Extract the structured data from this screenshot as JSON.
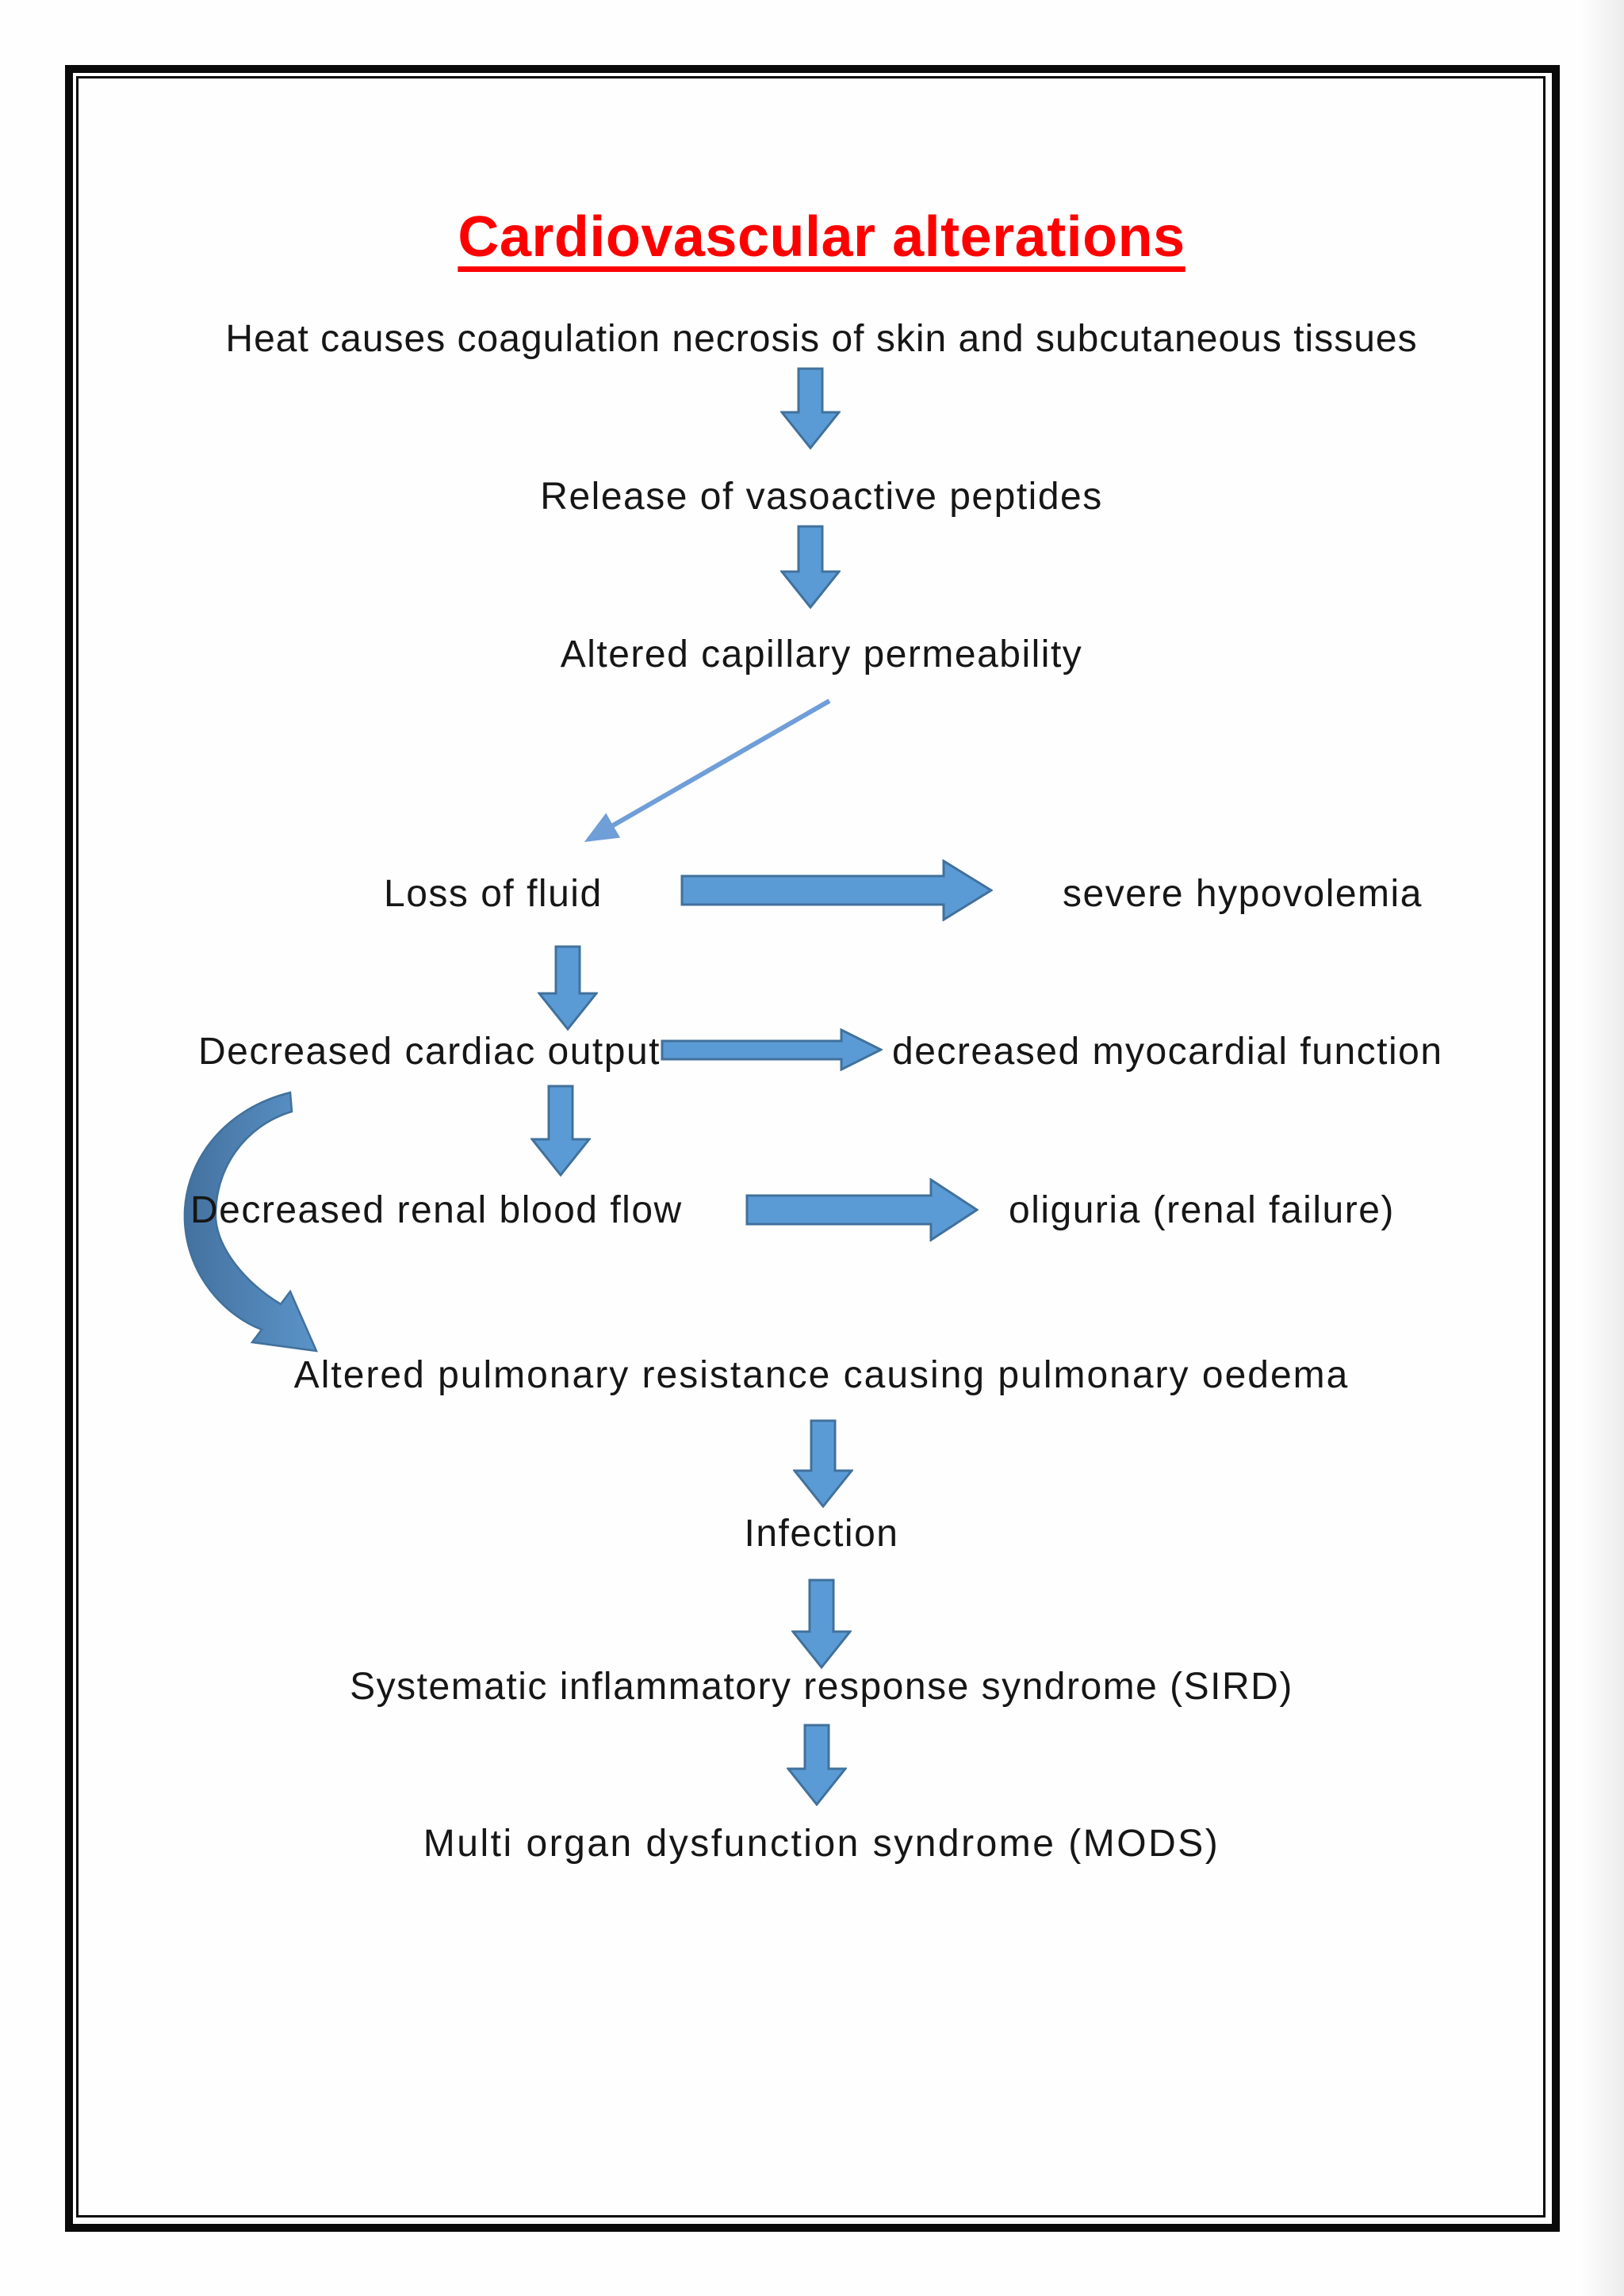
{
  "colors": {
    "title": "#ff0000",
    "text": "#161616",
    "border": "#0a0a0a",
    "arrow_fill": "#5b9bd5",
    "arrow_stroke": "#41719c",
    "thin_arrow": "#6f9ed8",
    "curve_fill_dark": "#44719f",
    "curve_fill_light": "#5b94c9"
  },
  "diagram": {
    "title": "Cardiovascular alterations",
    "steps": {
      "heat": "Heat causes coagulation necrosis of skin and subcutaneous tissues",
      "release": "Release of vasoactive peptides",
      "capillary": "Altered capillary permeability",
      "loss_of_fluid": "Loss of fluid",
      "severe_hypovolemia": "severe hypovolemia",
      "cardiac_output": "Decreased cardiac output",
      "myocardial_function": "decreased myocardial function",
      "renal_blood_flow": "Decreased renal blood flow",
      "oliguria": "oliguria (renal failure)",
      "pulmonary_resistance": "Altered pulmonary resistance causing pulmonary oedema",
      "infection": "Infection",
      "sird": "Systematic inflammatory response syndrome (SIRD)",
      "mods": "Multi organ dysfunction syndrome (MODS)"
    },
    "edges": [
      {
        "from": "heat",
        "to": "release"
      },
      {
        "from": "release",
        "to": "capillary"
      },
      {
        "from": "capillary",
        "to": "loss_of_fluid"
      },
      {
        "from": "loss_of_fluid",
        "to": "severe_hypovolemia"
      },
      {
        "from": "loss_of_fluid",
        "to": "cardiac_output"
      },
      {
        "from": "cardiac_output",
        "to": "myocardial_function"
      },
      {
        "from": "cardiac_output",
        "to": "renal_blood_flow"
      },
      {
        "from": "renal_blood_flow",
        "to": "oliguria"
      },
      {
        "from": "cardiac_output",
        "to": "pulmonary_resistance"
      },
      {
        "from": "pulmonary_resistance",
        "to": "infection"
      },
      {
        "from": "infection",
        "to": "sird"
      },
      {
        "from": "sird",
        "to": "mods"
      }
    ]
  }
}
